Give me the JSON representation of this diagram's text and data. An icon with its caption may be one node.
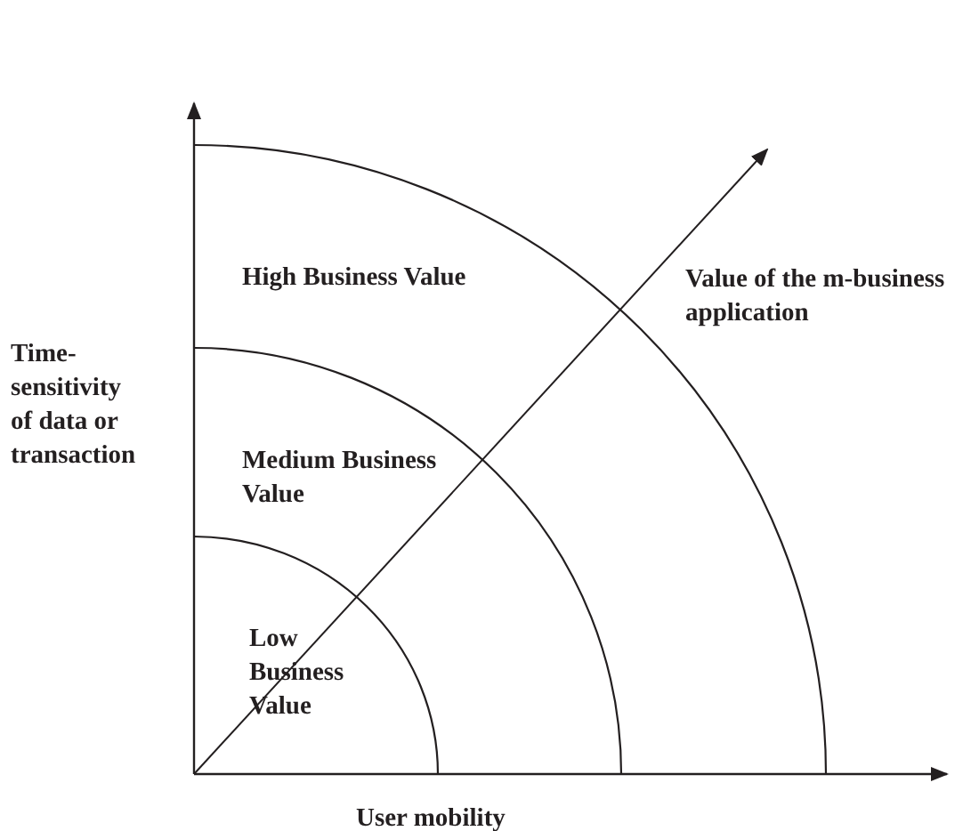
{
  "diagram": {
    "nodes": [
      {
        "text": [
          "High Business Value"
        ]
      },
      {
        "text": [
          "Medium Business Value"
        ],
        "in": 0
      },
      {
        "text": [
          "Low Business Value"
        ],
        "in": 1
      }
    ],
    "labels": [
      "Value of the m-business application",
      "Time-sensitivity of data or transaction",
      "User mobility"
    ]
  }
}
